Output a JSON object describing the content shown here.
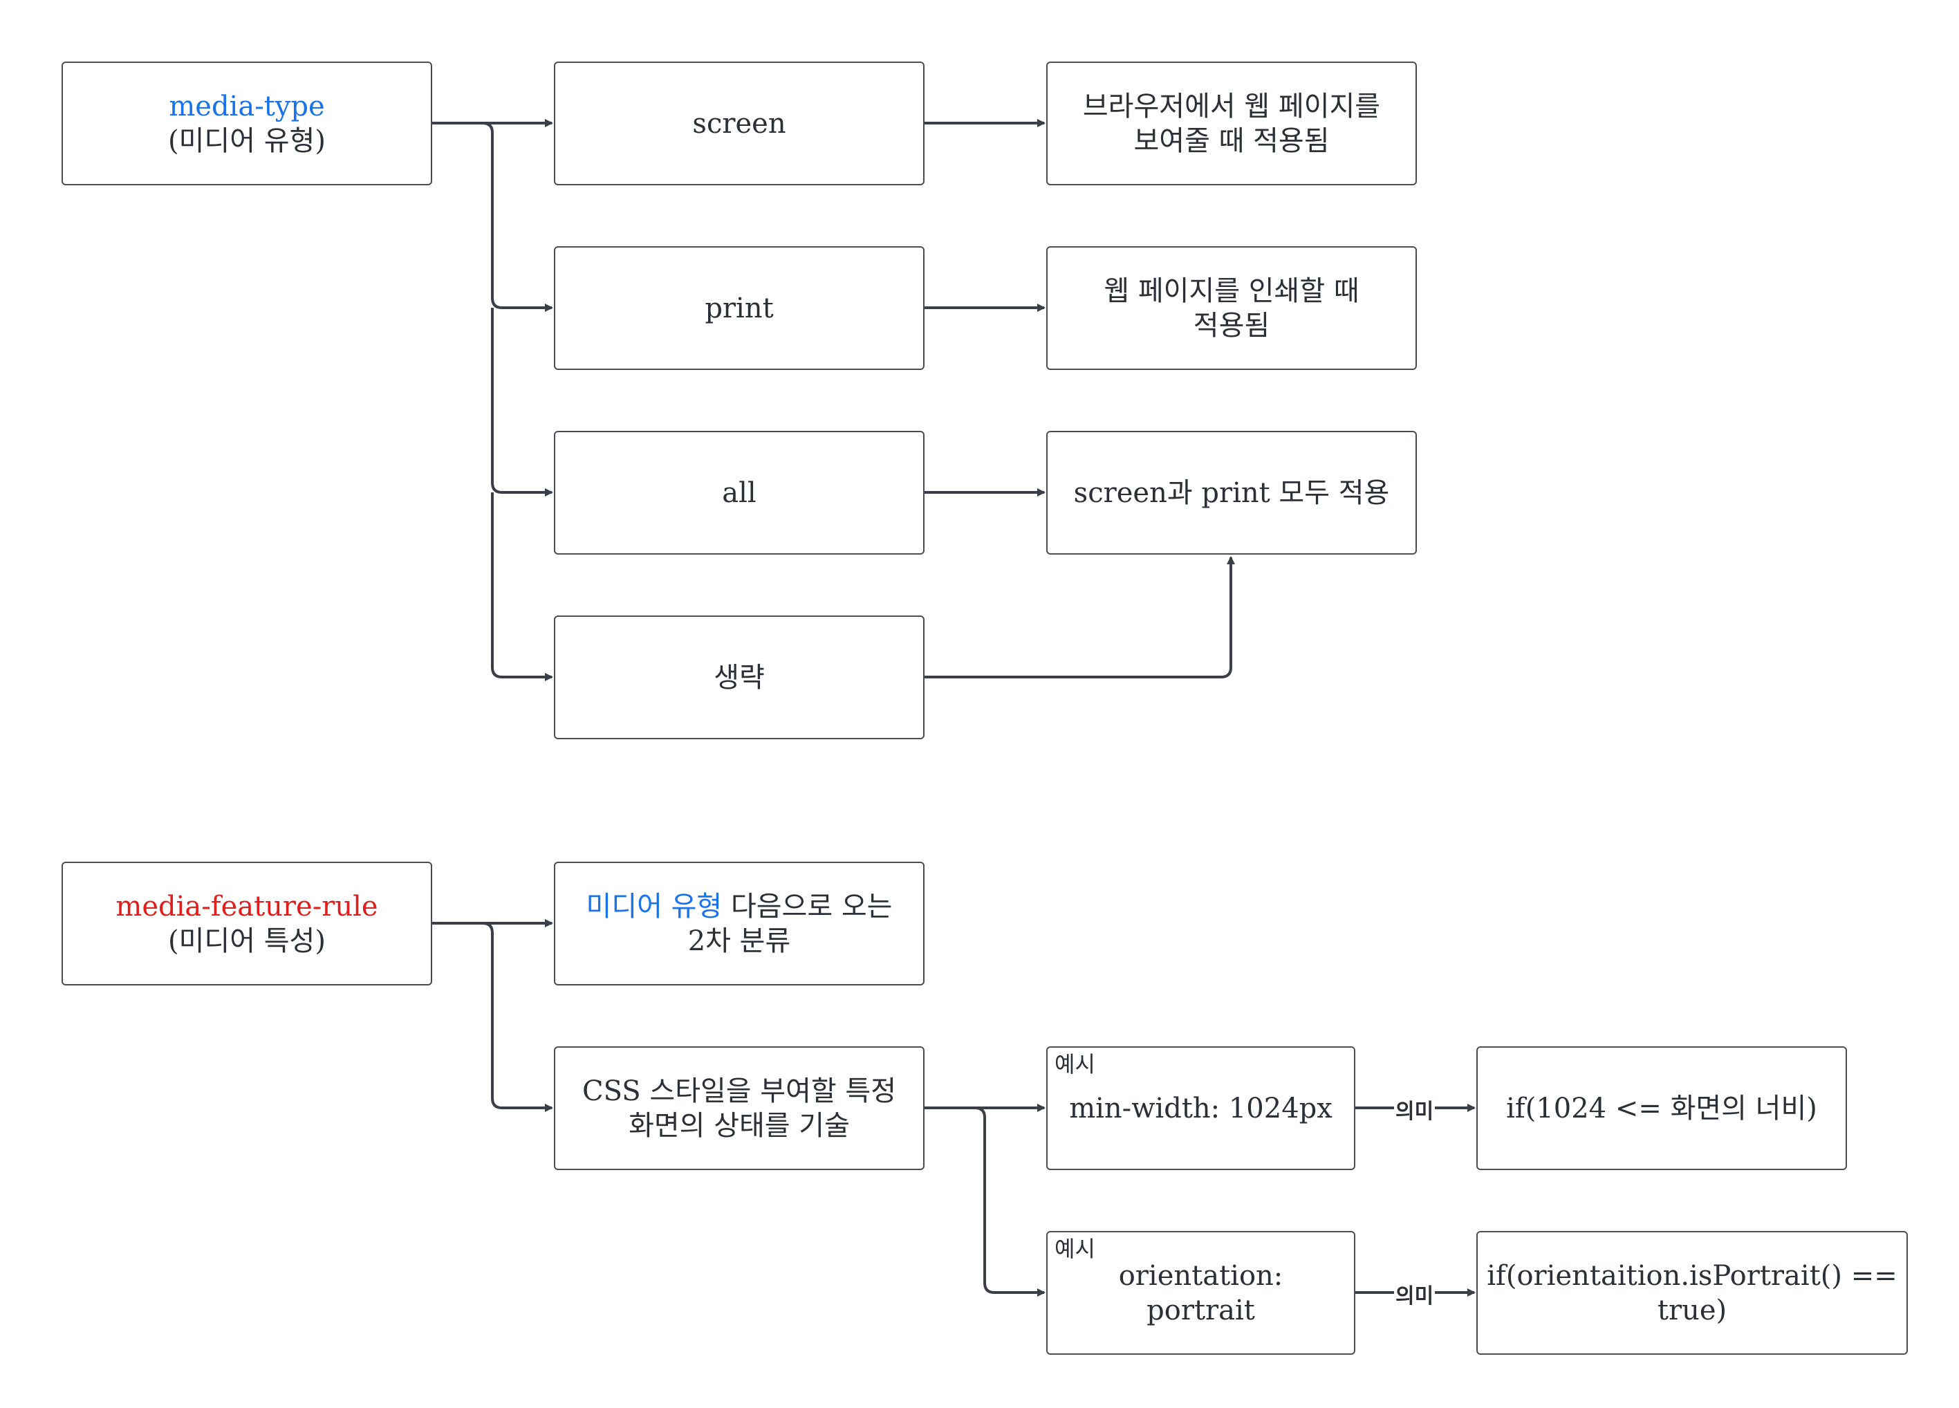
{
  "section1": {
    "root": {
      "title": "media-type",
      "subtitle": "(미디어 유형)"
    },
    "types": [
      "screen",
      "print",
      "all",
      "생략"
    ],
    "results": [
      "브라우저에서 웹 페이지를 보여줄 때 적용됨",
      "웹 페이지를 인쇄할 때 적용됨",
      "screen과 print 모두 적용"
    ]
  },
  "section2": {
    "root": {
      "title": "media-feature-rule",
      "subtitle": "(미디어 특성)"
    },
    "desc1": {
      "highlight": "미디어 유형",
      "rest": " 다음으로 오는 2차 분류"
    },
    "desc2": "CSS 스타일을 부여할 특정 화면의 상태를 기술",
    "examples": [
      {
        "tag": "예시",
        "value": "min-width: 1024px",
        "edge_label": "의미",
        "meaning": "if(1024 <= 화면의 너비)"
      },
      {
        "tag": "예시",
        "value": "orientation: portrait",
        "edge_label": "의미",
        "meaning": "if(orientaition.isPortrait() == true)"
      }
    ]
  },
  "colors": {
    "line": "#3b3f47",
    "box_border": "#4a4d55",
    "blue": "#1a73e8",
    "red": "#e01e1e"
  }
}
